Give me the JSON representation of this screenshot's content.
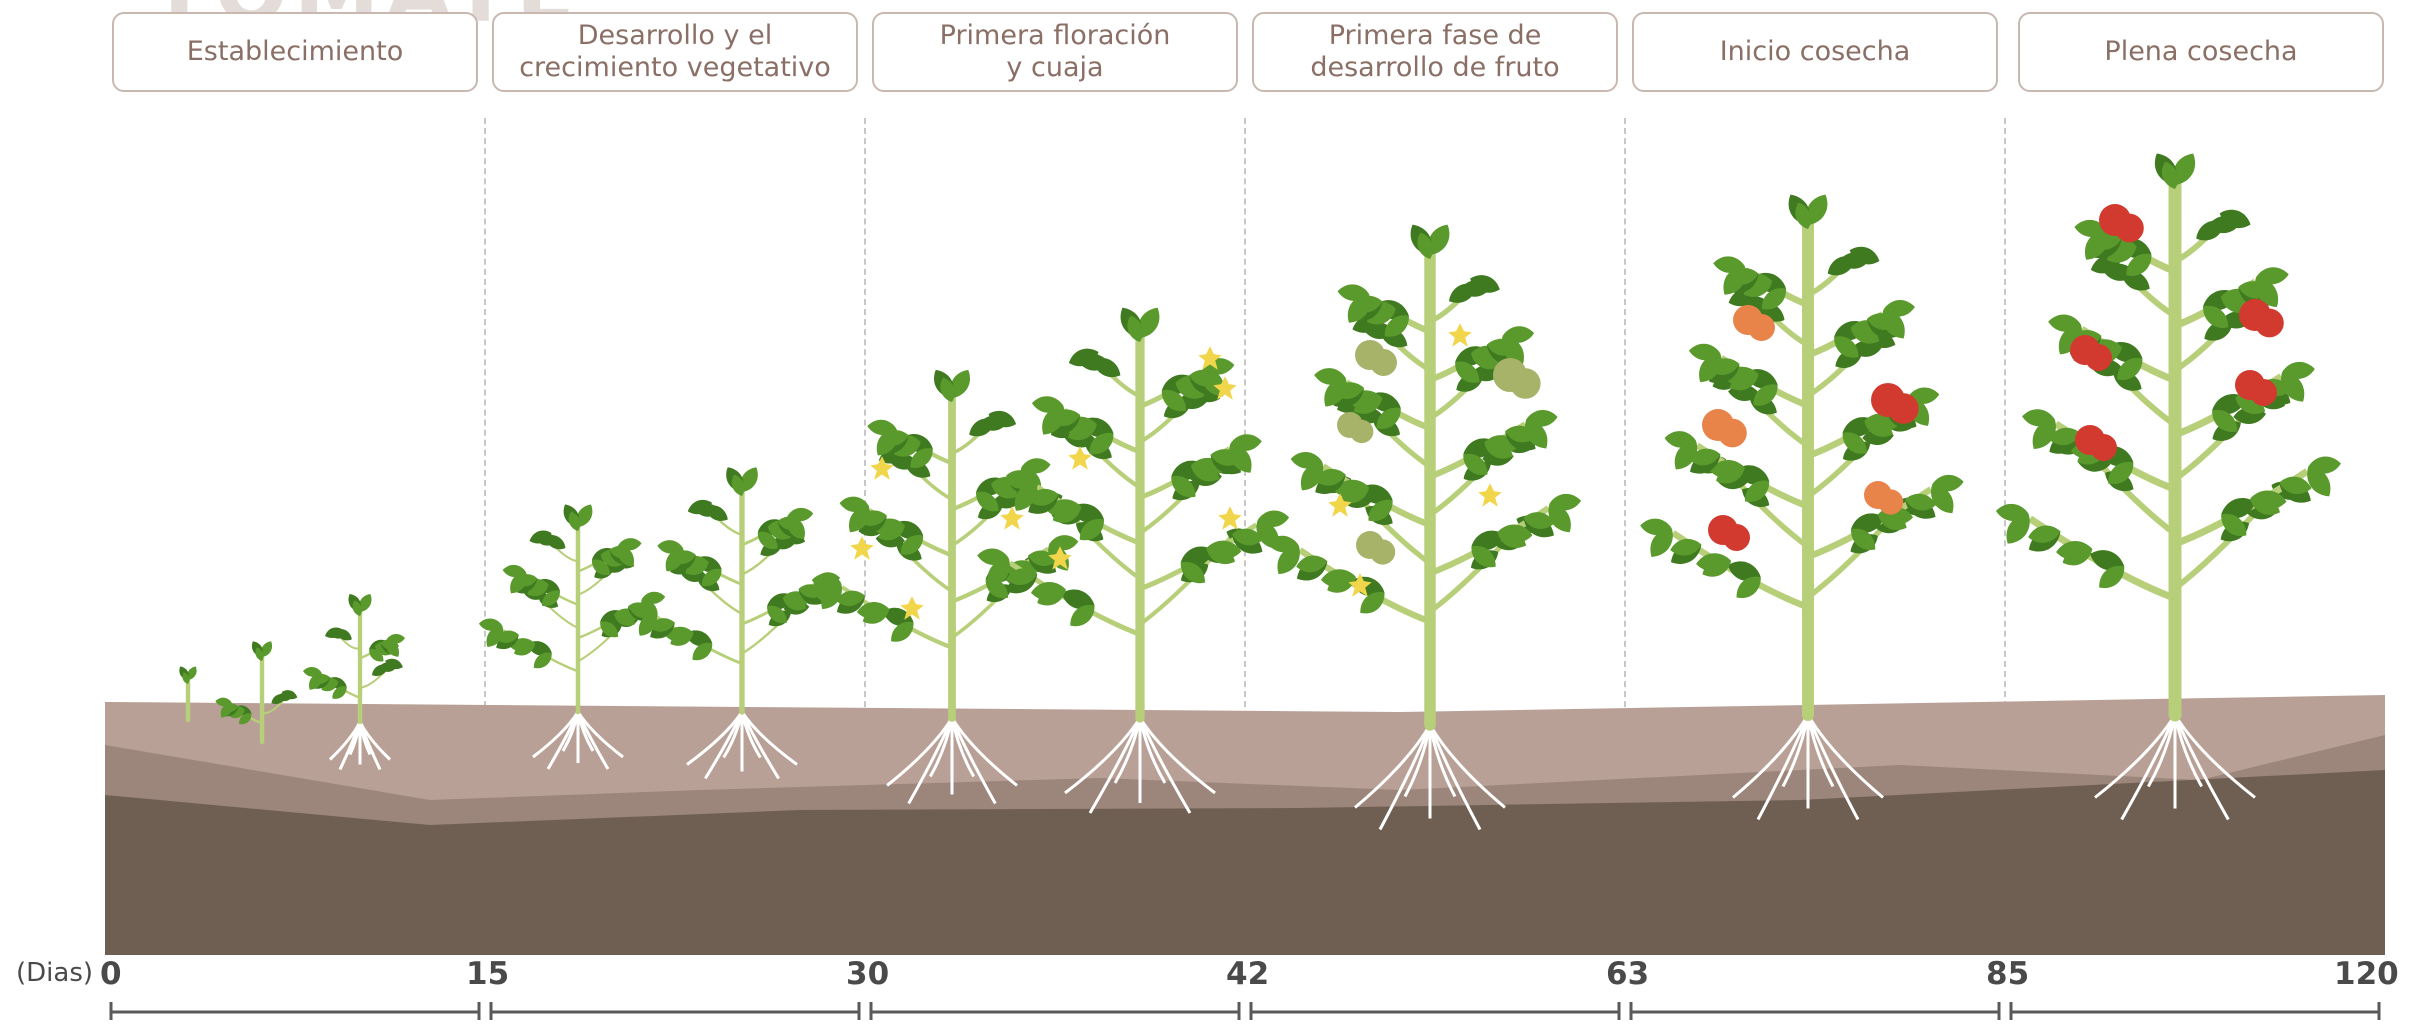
{
  "title_fragment": "TOMATE",
  "unit_label": "(Dias)",
  "stages": [
    {
      "label": "Establecimiento"
    },
    {
      "label": "Desarrollo y el\ncrecimiento vegetativo"
    },
    {
      "label": "Primera floración\ny cuaja"
    },
    {
      "label": "Primera fase de\ndesarrollo de fruto"
    },
    {
      "label": "Inicio cosecha"
    },
    {
      "label": "Plena cosecha"
    }
  ],
  "days": [
    "0",
    "15",
    "30",
    "42",
    "63",
    "85",
    "120"
  ],
  "colors": {
    "soil_top": "#b9a096",
    "soil_mid": "#9c857a",
    "soil_deep": "#6f5f53",
    "leaf": "#5a9a2d",
    "leaf_dark": "#3f7a20",
    "stem": "#b8cf7a",
    "root": "#ffffff",
    "flower": "#f1d54a",
    "fruit_green": "#a8b36a",
    "fruit_ripe": "#d23a2f",
    "fruit_orange": "#e8844a",
    "box_border": "#c9b8b0",
    "box_text": "#8a6f66"
  }
}
